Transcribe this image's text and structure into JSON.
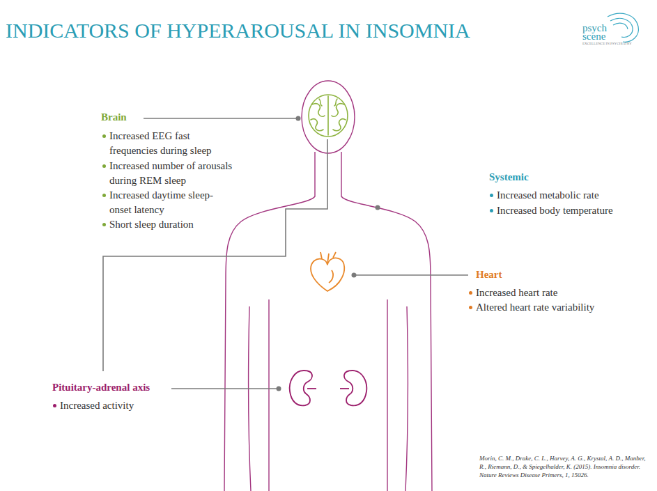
{
  "diagram": {
    "title": "INDICATORS OF HYPERAROUSAL IN INSOMNIA",
    "labels": [
      "psych",
      "scene",
      "EXCELLENCE IN PSYCHIATRY",
      "Brain",
      "Increased EEG fast frequencies during sleep",
      "Increased number of arousals during REM sleep",
      "Increased daytime sleep-onset latency",
      "Short sleep duration",
      "Systemic",
      "Increased metabolic rate",
      "Increased body temperature",
      "Heart",
      "Increased heart rate",
      "Altered heart rate variability",
      "Pituitary-adrenal axis",
      "Increased activity",
      "Morin, C. M., Drake, C. L., Harvey, A. G., Krystal, A. D., Manber, R., Riemann, D., & Spiegelhalder, K. (2015). Insomnia disorder. Nature Reviews Disease Primers, 1, 15026."
    ]
  }
}
